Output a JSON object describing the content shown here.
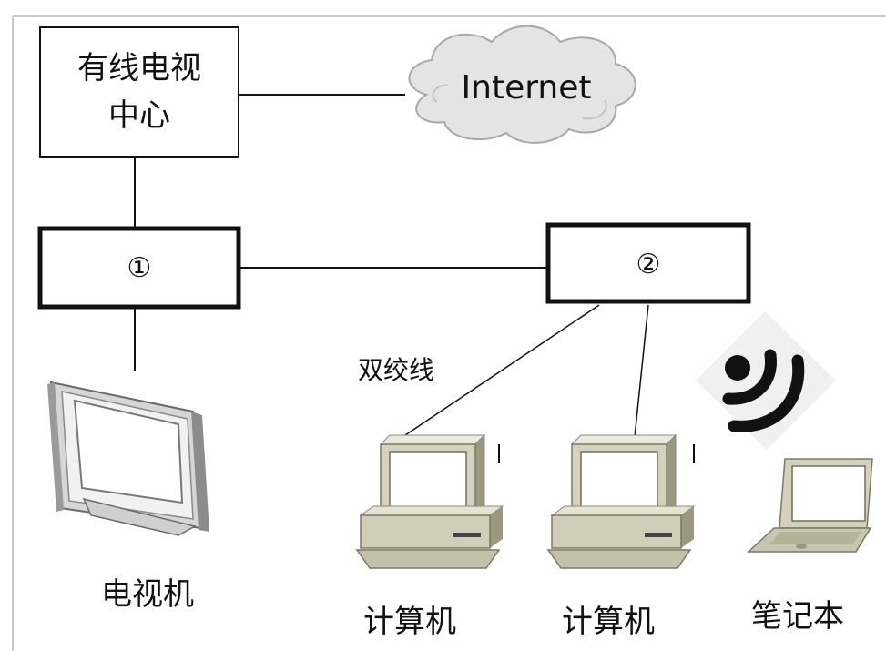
{
  "nodes": {
    "tv_center_line1": "有线电视",
    "tv_center_line2": "中心",
    "internet": "Internet",
    "device1": "①",
    "device2": "②"
  },
  "labels": {
    "twisted_pair": "双绞线",
    "tv": "电视机",
    "computer1": "计算机",
    "computer2": "计算机",
    "laptop": "笔记本"
  },
  "icons": {
    "internet_cloud": "cloud-icon",
    "television": "tv-icon",
    "computer": "desktop-computer-icon",
    "laptop": "laptop-icon",
    "wireless": "wifi-signal-icon"
  }
}
